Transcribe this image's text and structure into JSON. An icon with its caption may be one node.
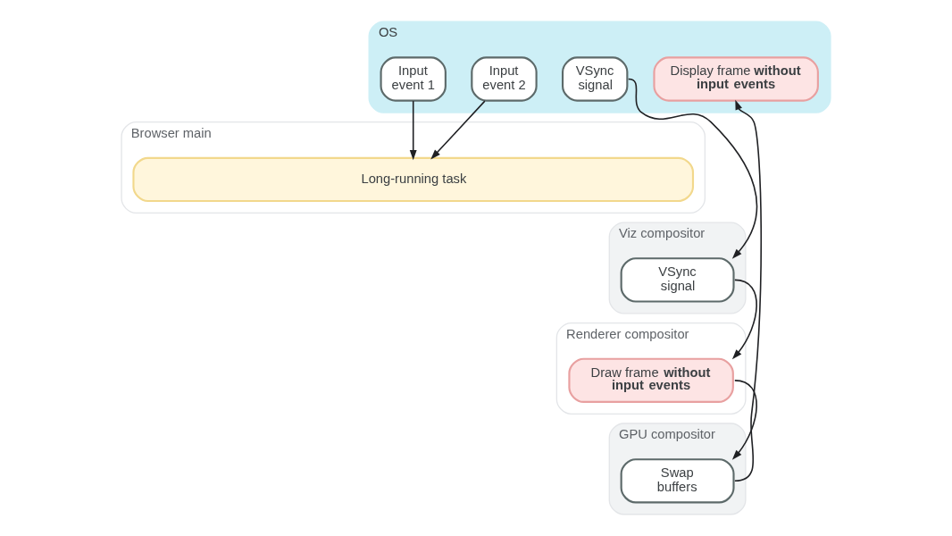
{
  "diagram": {
    "nodes": [
      {
        "text": [
          "OS"
        ]
      },
      {
        "text": [
          "Input event 1"
        ],
        "in": 0
      },
      {
        "text": [
          "Input event 2"
        ],
        "in": 0
      },
      {
        "text": [
          "VSync signal"
        ],
        "in": 0
      },
      {
        "text": [
          "Display frame **without input events**"
        ],
        "in": 0
      },
      {
        "text": [
          "Browser main"
        ]
      },
      {
        "text": [
          "Long-running task"
        ],
        "in": 5
      },
      {
        "text": [
          "Viz compositor"
        ]
      },
      {
        "text": [
          "VSync signal"
        ],
        "in": 7
      },
      {
        "text": [
          "Renderer compositor"
        ]
      },
      {
        "text": [
          "Draw frame **without input events**"
        ],
        "in": 9
      },
      {
        "text": [
          "GPU compositor"
        ]
      },
      {
        "text": [
          "Swap buffers"
        ],
        "in": 11
      }
    ],
    "edges": [
      {
        "from": 1,
        "to": 6,
        "arrow": "to"
      },
      {
        "from": 2,
        "to": 6,
        "arrow": "to"
      },
      {
        "from": 3,
        "to": 8,
        "arrow": "to"
      },
      {
        "from": 8,
        "to": 10,
        "arrow": "to"
      },
      {
        "from": 10,
        "to": 12,
        "arrow": "to"
      },
      {
        "from": 12,
        "to": 4,
        "arrow": "to"
      }
    ]
  }
}
